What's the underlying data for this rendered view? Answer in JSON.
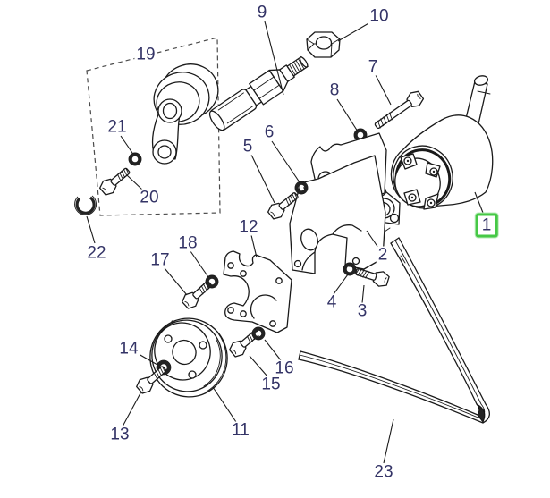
{
  "diagram": {
    "callouts": {
      "n1": "1",
      "n2": "2",
      "n3": "3",
      "n4": "4",
      "n5": "5",
      "n6": "6",
      "n7": "7",
      "n8": "8",
      "n9": "9",
      "n10": "10",
      "n11": "11",
      "n12": "12",
      "n13": "13",
      "n14": "14",
      "n15": "15",
      "n16": "16",
      "n17": "17",
      "n18": "18",
      "n19": "19",
      "n20": "20",
      "n21": "21",
      "n22": "22",
      "n23": "23"
    },
    "selected": {
      "callout": "1",
      "highlight_color": "#46C846"
    },
    "colors": {
      "callout_text": "#333366",
      "line_art": "#1A1A1A",
      "background": "#FFFFFF"
    }
  }
}
